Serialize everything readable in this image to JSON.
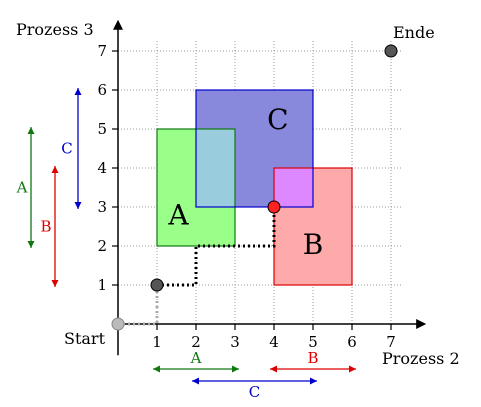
{
  "axes": {
    "x_label": "Prozess 2",
    "y_label": "Prozess 3",
    "start_label": "Start",
    "end_label": "Ende",
    "x_ticks": [
      "1",
      "2",
      "3",
      "4",
      "5",
      "6",
      "7"
    ],
    "y_ticks": [
      "1",
      "2",
      "3",
      "4",
      "5",
      "6",
      "7"
    ]
  },
  "regions": [
    {
      "label": "A",
      "x1": 1,
      "x2": 3,
      "y1": 2,
      "y2": 5,
      "fill": "#99ff88",
      "stroke": "#117711"
    },
    {
      "label": "B",
      "x1": 4,
      "x2": 6,
      "y1": 1,
      "y2": 4,
      "fill": "#ffaaaa",
      "stroke": "#dd0000"
    },
    {
      "label": "C",
      "x1": 2,
      "x2": 5,
      "y1": 3,
      "y2": 6,
      "fill": "#8888dd",
      "stroke": "#0000cc"
    }
  ],
  "overlaps": [
    {
      "between": [
        "A",
        "C"
      ],
      "fill": "#99ccdd"
    },
    {
      "between": [
        "B",
        "C"
      ],
      "fill": "#dd88ff"
    }
  ],
  "path": {
    "start_point": [
      0,
      0
    ],
    "points": [
      [
        1,
        1
      ],
      [
        2,
        1
      ],
      [
        2,
        2
      ],
      [
        4,
        2
      ],
      [
        4,
        3
      ]
    ],
    "start_color": "#bbbbbb",
    "point_color": "#555555",
    "blocked_point_color": "#ff2222",
    "end_point": [
      7,
      7
    ]
  },
  "x_intervals": [
    {
      "label": "A",
      "from": 1,
      "to": 3,
      "color": "#117711"
    },
    {
      "label": "B",
      "from": 4,
      "to": 6,
      "color": "#dd0000"
    },
    {
      "label": "C",
      "from": 2,
      "to": 5,
      "color": "#0000cc"
    }
  ],
  "y_intervals": [
    {
      "label": "A",
      "from": 2,
      "to": 5,
      "color": "#117711"
    },
    {
      "label": "B",
      "from": 1,
      "to": 4,
      "color": "#dd0000"
    },
    {
      "label": "C",
      "from": 3,
      "to": 6,
      "color": "#0000cc"
    }
  ]
}
